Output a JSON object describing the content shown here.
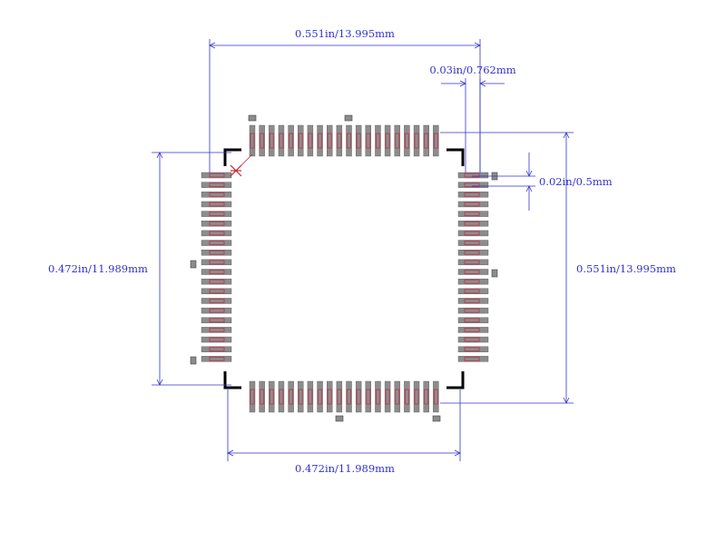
{
  "dimensions": {
    "top_width": "0.551in/13.995mm",
    "pin_pitch": "0.03in/0.762mm",
    "pad_width": "0.02in/0.5mm",
    "left_height": "0.472in/11.989mm",
    "right_height": "0.551in/13.995mm",
    "bottom_width": "0.472in/11.989mm"
  },
  "colors": {
    "dimension": "#3333cc",
    "pad": "#8c8c8c",
    "pad_outline": "#c0304a",
    "silkscreen": "#000000",
    "origin_marker": "#cc2233"
  },
  "pins_per_side": 20
}
